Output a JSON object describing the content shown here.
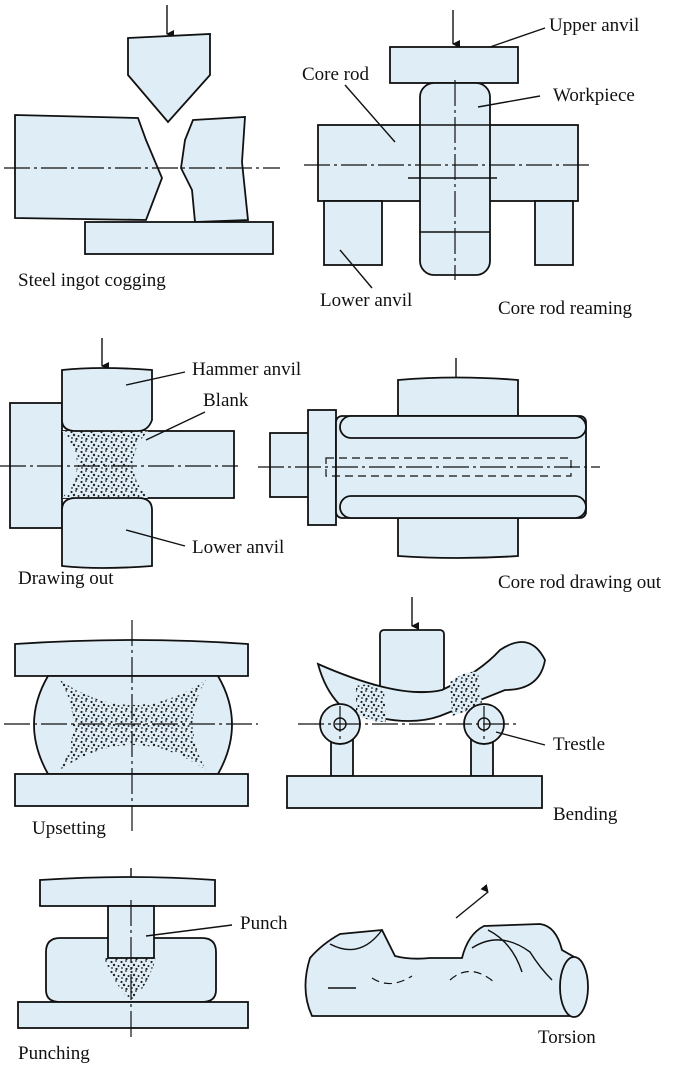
{
  "colors": {
    "part_fill": "#dfeef6",
    "outline": "#111111",
    "background": "#ffffff"
  },
  "icons": [
    "force-arrow-icon",
    "leader-line-icon",
    "center-line-icon"
  ],
  "panels": {
    "steel_ingot_cogging": {
      "caption": "Steel ingot cogging"
    },
    "core_rod_reaming": {
      "caption": "Core rod reaming",
      "labels": {
        "upper_anvil": "Upper anvil",
        "core_rod": "Core rod",
        "workpiece": "Workpiece",
        "lower_anvil": "Lower anvil"
      }
    },
    "drawing_out": {
      "caption": "Drawing out",
      "labels": {
        "hammer_anvil": "Hammer anvil",
        "blank": "Blank",
        "lower_anvil": "Lower anvil"
      }
    },
    "core_rod_drawing_out": {
      "caption": "Core rod drawing out"
    },
    "upsetting": {
      "caption": "Upsetting"
    },
    "bending": {
      "caption": "Bending",
      "labels": {
        "trestle": "Trestle"
      }
    },
    "punching": {
      "caption": "Punching",
      "labels": {
        "punch": "Punch"
      }
    },
    "torsion": {
      "caption": "Torsion"
    }
  }
}
